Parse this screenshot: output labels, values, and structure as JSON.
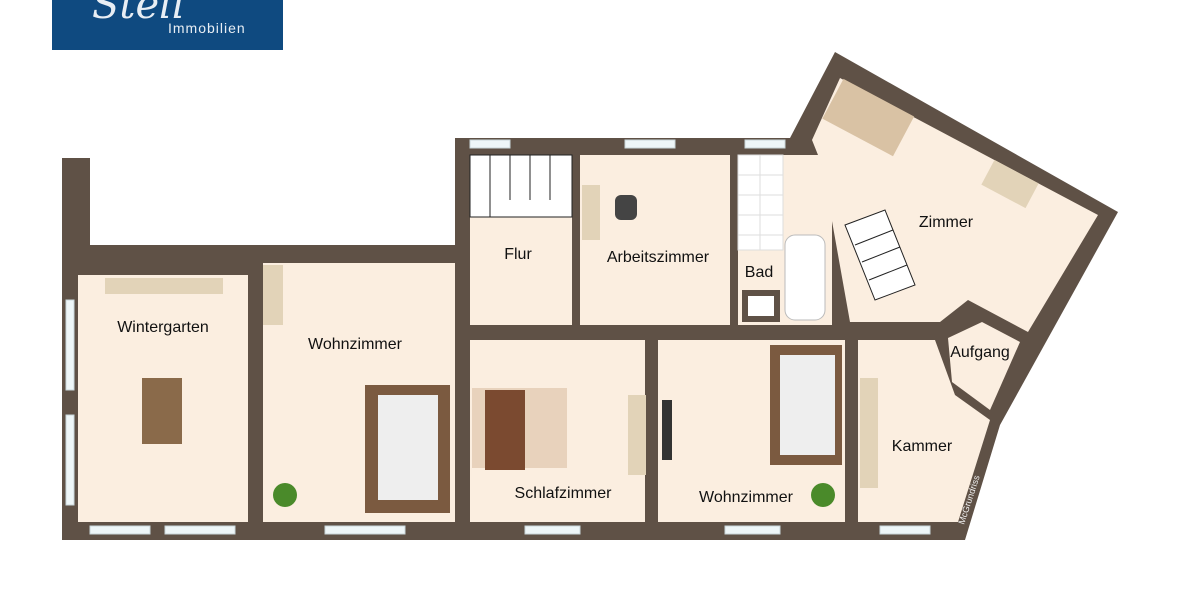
{
  "logo": {
    "script": "Stell",
    "subtitle": "Immobilien",
    "bg_color": "#0f4a80"
  },
  "colors": {
    "wall": "#5f5146",
    "floor": "#fbeee0",
    "window": "#eef6f8"
  },
  "rooms": [
    {
      "label": "Wintergarten"
    },
    {
      "label": "Wohnzimmer"
    },
    {
      "label": "Flur"
    },
    {
      "label": "Arbeitszimmer"
    },
    {
      "label": "Bad"
    },
    {
      "label": "Zimmer"
    },
    {
      "label": "Aufgang"
    },
    {
      "label": "Schlafzimmer"
    },
    {
      "label": "Wohnzimmer"
    },
    {
      "label": "Kammer"
    }
  ],
  "credit": "McGrundriss"
}
